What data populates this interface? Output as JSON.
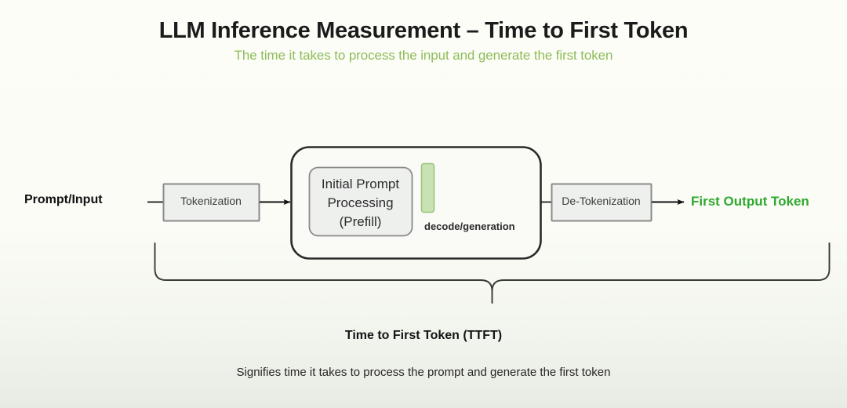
{
  "header": {
    "title": "LLM Inference Measurement – Time to First Token",
    "subtitle": "The time it takes to process the input and generate the first token"
  },
  "diagram": {
    "input_label": "Prompt/Input",
    "tokenization_box": "Tokenization",
    "prefill_box": "Initial Prompt\nProcessing\n(Prefill)",
    "prefill_line1": "Initial Prompt",
    "prefill_line2": "Processing",
    "prefill_line3": "(Prefill)",
    "decode_label": "decode/generation",
    "detokenization_box": "De-Tokenization",
    "output_label": "First Output Token"
  },
  "annotations": {
    "brace_label": "Time to First Token (TTFT)",
    "footnote": "Signifies time it takes to process the prompt and generate the first token"
  },
  "colors": {
    "background": "#fcfdf7",
    "title": "#1b1b1b",
    "subtitle_green": "#8fbc5a",
    "output_green": "#2fa82f",
    "decode_bar_fill": "#c8e2b3",
    "decode_bar_border": "#9ec47f",
    "box_fill": "#eef0ee",
    "box_border": "#8a8a8a",
    "container_border": "#2b2b2b",
    "arrow": "#111111",
    "brace": "#3a3a36"
  }
}
